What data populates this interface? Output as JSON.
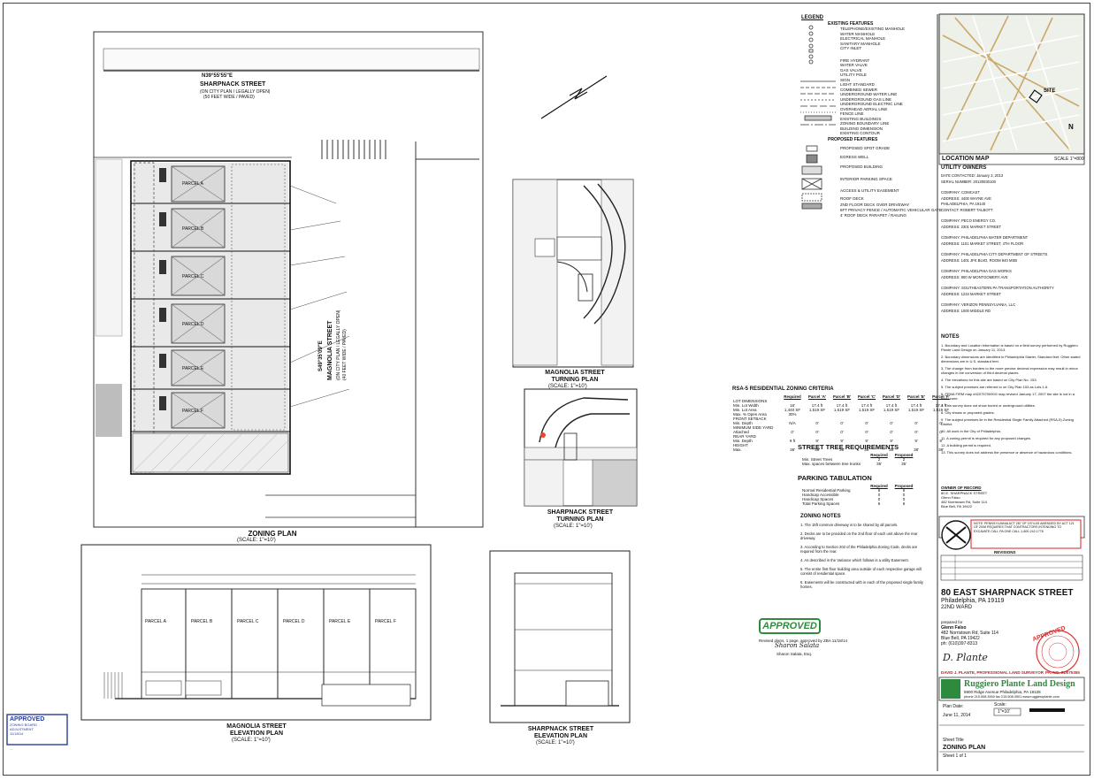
{
  "street_top": {
    "bearing": "N39°55'55\"E",
    "name": "SHARPNACK STREET",
    "sub1": "(ON CITY PLAN / LEGALLY OPEN)",
    "sub2": "(50 FEET WIDE / PAVED)"
  },
  "street_right": {
    "bearing": "S49°35'09\"E",
    "name": "MAGNOLIA STREET",
    "sub1": "(ON CITY PLAN / LEGALLY OPEN)",
    "sub2": "(40 FEET WIDE / PAVED)"
  },
  "zoning_plan": {
    "title": "ZONING PLAN",
    "scale": "(SCALE: 1\"=10')"
  },
  "magnolia_turning": {
    "title": "MAGNOLIA STREET",
    "sub": "TURNING PLAN",
    "scale": "(SCALE: 1\"=10')"
  },
  "sharpnack_turning": {
    "title": "SHARPNACK STREET",
    "sub": "TURNING PLAN",
    "scale": "(SCALE: 1\"=10')"
  },
  "magnolia_elev": {
    "title": "MAGNOLIA STREET",
    "sub": "ELEVATION PLAN",
    "scale": "(SCALE: 1\"=10')"
  },
  "sharpnack_elev": {
    "title": "SHARPNACK STREET",
    "sub": "ELEVATION PLAN",
    "scale": "(SCALE: 1\"=10')"
  },
  "legend": {
    "title": "LEGEND",
    "existing": "EXISTING FEATURES",
    "existing_items": [
      "TELEPHONE/EXISTING MANHOLE",
      "WATER MANHOLE",
      "ELECTRICAL MANHOLE",
      "SANITARY MANHOLE",
      "CITY INLET",
      "FIRE HYDRANT",
      "WATER VALVE",
      "GAS VALVE",
      "UTILITY POLE",
      "SIGN",
      "LIGHT STANDARD",
      "COMBINED SEWER",
      "UNDERGROUND WATER LINE",
      "UNDERGROUND GAS LINE",
      "UNDERGROUND ELECTRIC LINE",
      "OVERHEAD AERIAL LINE",
      "FENCE LINE",
      "EXISTING BUILDINGS",
      "ZONING BOUNDARY LINE",
      "BUILDING DIMENSION",
      "EXISTING CONTOUR"
    ],
    "proposed": "PROPOSED FEATURES",
    "proposed_items": [
      "PROPOSED SPOT GRADE",
      "EGRESS WELL",
      "PROPOSED BUILDING",
      "INTERIOR PARKING SPACE",
      "ACCESS & UTILITY EASEMENT",
      "ROOF DECK",
      "2ND FLOOR DECK OVER DRIVEWAY",
      "6FT PRIVACY FENCE / AUTOMATIC VEHICULAR GATE",
      "4' ROOF DECK PARAPET / RAILING"
    ]
  },
  "location_map": {
    "title": "LOCATION MAP",
    "scale": "SCALE 1\"=800'",
    "site": "SITE"
  },
  "utility_owners": {
    "title": "UTILITY OWNERS",
    "lines": [
      "DATE CONTACTED: January 3, 2013",
      "SERIAL NUMBER: 20130030100",
      "COMPANY: COMCAST",
      "ADDRESS: 4400 WAYNE AVE",
      "PHILADELPHIA, PA 19140",
      "CONTACT: ROBERT TALBOTT",
      "COMPANY: PECO ENERGY CO.",
      "ADDRESS: 2301 MARKET STREET",
      "COMPANY: PHILADELPHIA WATER DEPARTMENT",
      "ADDRESS: 1101 MARKET STREET, 4TH FLOOR",
      "COMPANY: PHILADELPHIA CITY DEPARTMENT OF STREETS",
      "ADDRESS: 1401 JFK BLVD, ROOM 940 MSB",
      "COMPANY: PHILADELPHIA GAS WORKS",
      "ADDRESS: 800 W MONTGOMERY AVE",
      "COMPANY: SOUTHEASTERN PA TRANSPORTATION AUTHORITY",
      "ADDRESS: 1234 MARKET STREET",
      "COMPANY: VERIZON PENNSYLVANIA, LLC",
      "ADDRESS: 1000 MIDDLE RD"
    ]
  },
  "notes": {
    "title": "NOTES",
    "items": [
      "1. Boundary and Location information is based on a field survey performed by Ruggiero Plante Land Design on January 11, 2013.",
      "2. Boundary dimensions are identified in Philadelphia Starter, Standard feet. Other stated dimensions are in U.S. standard feet.",
      "3. The change from borders to the more precise decimal expression may result in minor changes in the conversion of third decimal places.",
      "4. The elevations for this site are based on City Plan No. 153.",
      "5. The subject premises are referred to on City Plan 153 as Lots 1-6.",
      "6. FEMA FIRM map #4207570090G map revised January 17, 2007 the site is not in a flood zone.",
      "7. This survey does not show buried or underground utilities.",
      "8. City shows or proposed grades.",
      "9. The subject premises lie in the Residential Single Family Attached (RSA-5) Zoning District.",
      "10. All work in the City of Philadelphia.",
      "11. A zoning permit is required for any proposed changes.",
      "12. A building permit is required.",
      "13. This survey does not address the presence or absence of hazardous conditions."
    ]
  },
  "zoning_criteria": {
    "title": "RSA-5 RESIDENTIAL ZONING CRITERIA",
    "headers": [
      "",
      "Required",
      "Parcel 'A'",
      "Parcel 'B'",
      "Parcel 'C'",
      "Parcel 'D'",
      "Parcel 'E'",
      "Parcel 'F'"
    ],
    "rows": [
      [
        "LOT DIMENSIONS",
        "",
        "",
        "",
        "",
        "",
        "",
        ""
      ],
      [
        "Min. Lot Width",
        "16'",
        "17.4 ft",
        "17.4 ft",
        "17.4 ft",
        "17.4 ft",
        "17.4 ft",
        "17.4 ft"
      ],
      [
        "Min. Lot Area",
        "1,440 SF",
        "1,519 SF",
        "1,519 SF",
        "1,519 SF",
        "1,519 SF",
        "1,519 SF",
        "1,519 SF"
      ],
      [
        "Max. % Open Area",
        "30%",
        "",
        "",
        "",
        "",
        "",
        ""
      ],
      [
        "FRONT SETBACK",
        "",
        "",
        "",
        "",
        "",
        "",
        ""
      ],
      [
        "Min. Depth",
        "N/A",
        "0'",
        "0'",
        "0'",
        "0'",
        "0'",
        "0'"
      ],
      [
        "MINIMUM SIDE YARD",
        "",
        "",
        "",
        "",
        "",
        "",
        ""
      ],
      [
        "Attached",
        "0'",
        "0'",
        "0'",
        "0'",
        "0'",
        "0'",
        "0'"
      ],
      [
        "REAR YARD",
        "",
        "",
        "",
        "",
        "",
        "",
        ""
      ],
      [
        "Min. Depth",
        "9 ft",
        "9'",
        "9'",
        "9'",
        "9'",
        "9'",
        "9'"
      ],
      [
        "HEIGHT",
        "",
        "",
        "",
        "",
        "",
        "",
        ""
      ],
      [
        "Max.",
        "38'",
        "38'",
        "38'",
        "38'",
        "38'",
        "38'",
        "38'"
      ]
    ]
  },
  "street_tree": {
    "title": "STREET TREE REQUIREMENTS",
    "headers": [
      "",
      "Required",
      "Proposed"
    ],
    "rows": [
      [
        "Min. Street Trees",
        "2",
        "2"
      ],
      [
        "Max. spaces between tree trunks",
        "35'",
        "35'"
      ]
    ]
  },
  "parking": {
    "title": "PARKING TABULATION",
    "headers": [
      "",
      "Required",
      "Proposed"
    ],
    "rows": [
      [
        "Normal Residential Parking",
        "6",
        "6"
      ],
      [
        "Handicap Accessible",
        "0",
        "0"
      ],
      [
        "Handicap Spaces",
        "0",
        "0"
      ],
      [
        "Total Parking Spaces",
        "6",
        "6"
      ]
    ]
  },
  "zoning_notes": {
    "title": "ZONING NOTES",
    "items": [
      "1. The 15ft common driveway is to be shared by all parcels.",
      "2. Decks are to be provided on the 2nd floor of each unit above the rear driveway.",
      "3. According to Section 202 of the Philadelphia Zoning Code, decks are required from the rear.",
      "4. As described in the Variance which follows is a utility Easement.",
      "5. The entire first floor building area outside of each respective garage will consist of residential space.",
      "6. Easements will be constructed with in each of the proposed single family homes."
    ]
  },
  "approved_center": {
    "badge": "APPROVED",
    "text": "Revised plans, 1 page, approved by ZBA 11/18/14",
    "sig": "Sharon Salata",
    "org": "Sharon Salata, Esq."
  },
  "approved_left": {
    "badge": "APPROVED",
    "lines": [
      "ZONING BOARD",
      "ADJUSTMENT",
      "11/18/14",
      "..."
    ]
  },
  "address": {
    "line1": "80 EAST SHARPNACK STREET",
    "line2": "Philadelphia, PA 19119",
    "line3": "22ND WARD"
  },
  "prepared_for": {
    "label": "prepared for",
    "lines": [
      "Glenn Falso",
      "482 Norristown Rd, Suite 114",
      "Blue Bell, PA 19422",
      "ph: (610)397-8313"
    ]
  },
  "surveyor": {
    "name": "DAVID J. PLANTE, PROFESSIONAL LAND SURVEYOR",
    "license": "PA. NO. SU075355"
  },
  "firm": {
    "name": "Ruggiero Plante Land Design",
    "address": "5900 Ridge Avenue  Philadelphia, PA  19128",
    "phone": "phone 215.508.3900   fax 215.508.3901   www.ruggieroplante.com"
  },
  "plan_date": {
    "label": "Plan Date:",
    "value": "June 11, 2014",
    "scale_label": "Scale:",
    "scale": "1\"=10'"
  },
  "sheet": {
    "title_label": "Sheet Title",
    "title": "ZONING PLAN",
    "number": "Sheet 1 of 1"
  },
  "revisions": {
    "title": "REVISIONS"
  },
  "owner": {
    "title": "OWNER OF RECORD",
    "lines": [
      "80 E. SHARPNACK STREET",
      "Glenn Falso",
      "482 Norristown Rd, Suite 114",
      "Blue Bell, PA 19422"
    ]
  },
  "note_box": {
    "text": "NOTE: PENNSYLVANIA ACT 287 OF 1974 AS AMENDED BY ACT 121 OF 2008 REQUIRES THAT CONTRACTORS INTENDING TO EXCAVATE CALL PA ONE CALL 1-800-242-1776"
  },
  "parcels": [
    "PARCEL A",
    "PARCEL B",
    "PARCEL C",
    "PARCEL D",
    "PARCEL E",
    "PARCEL F"
  ],
  "north_label": "N"
}
